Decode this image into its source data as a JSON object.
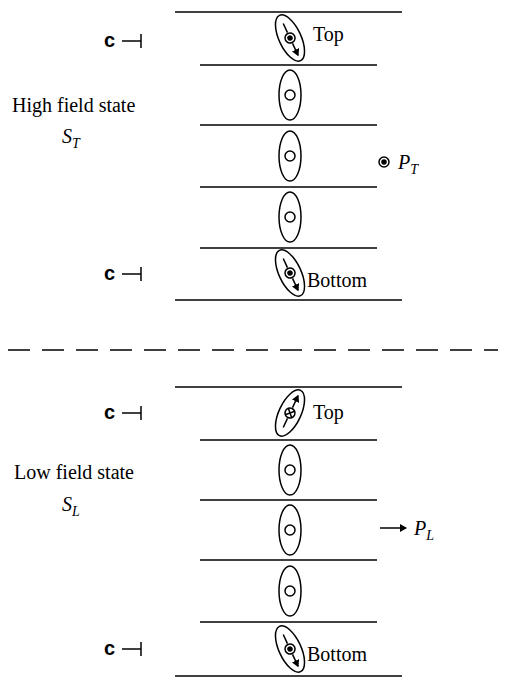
{
  "diagram": {
    "labels": [
      "High field state",
      "ST",
      "c",
      "Top",
      "c",
      "Bottom",
      "PT",
      "Low field state",
      "SL",
      "c",
      "Top",
      "c",
      "Bottom",
      "PL"
    ]
  }
}
